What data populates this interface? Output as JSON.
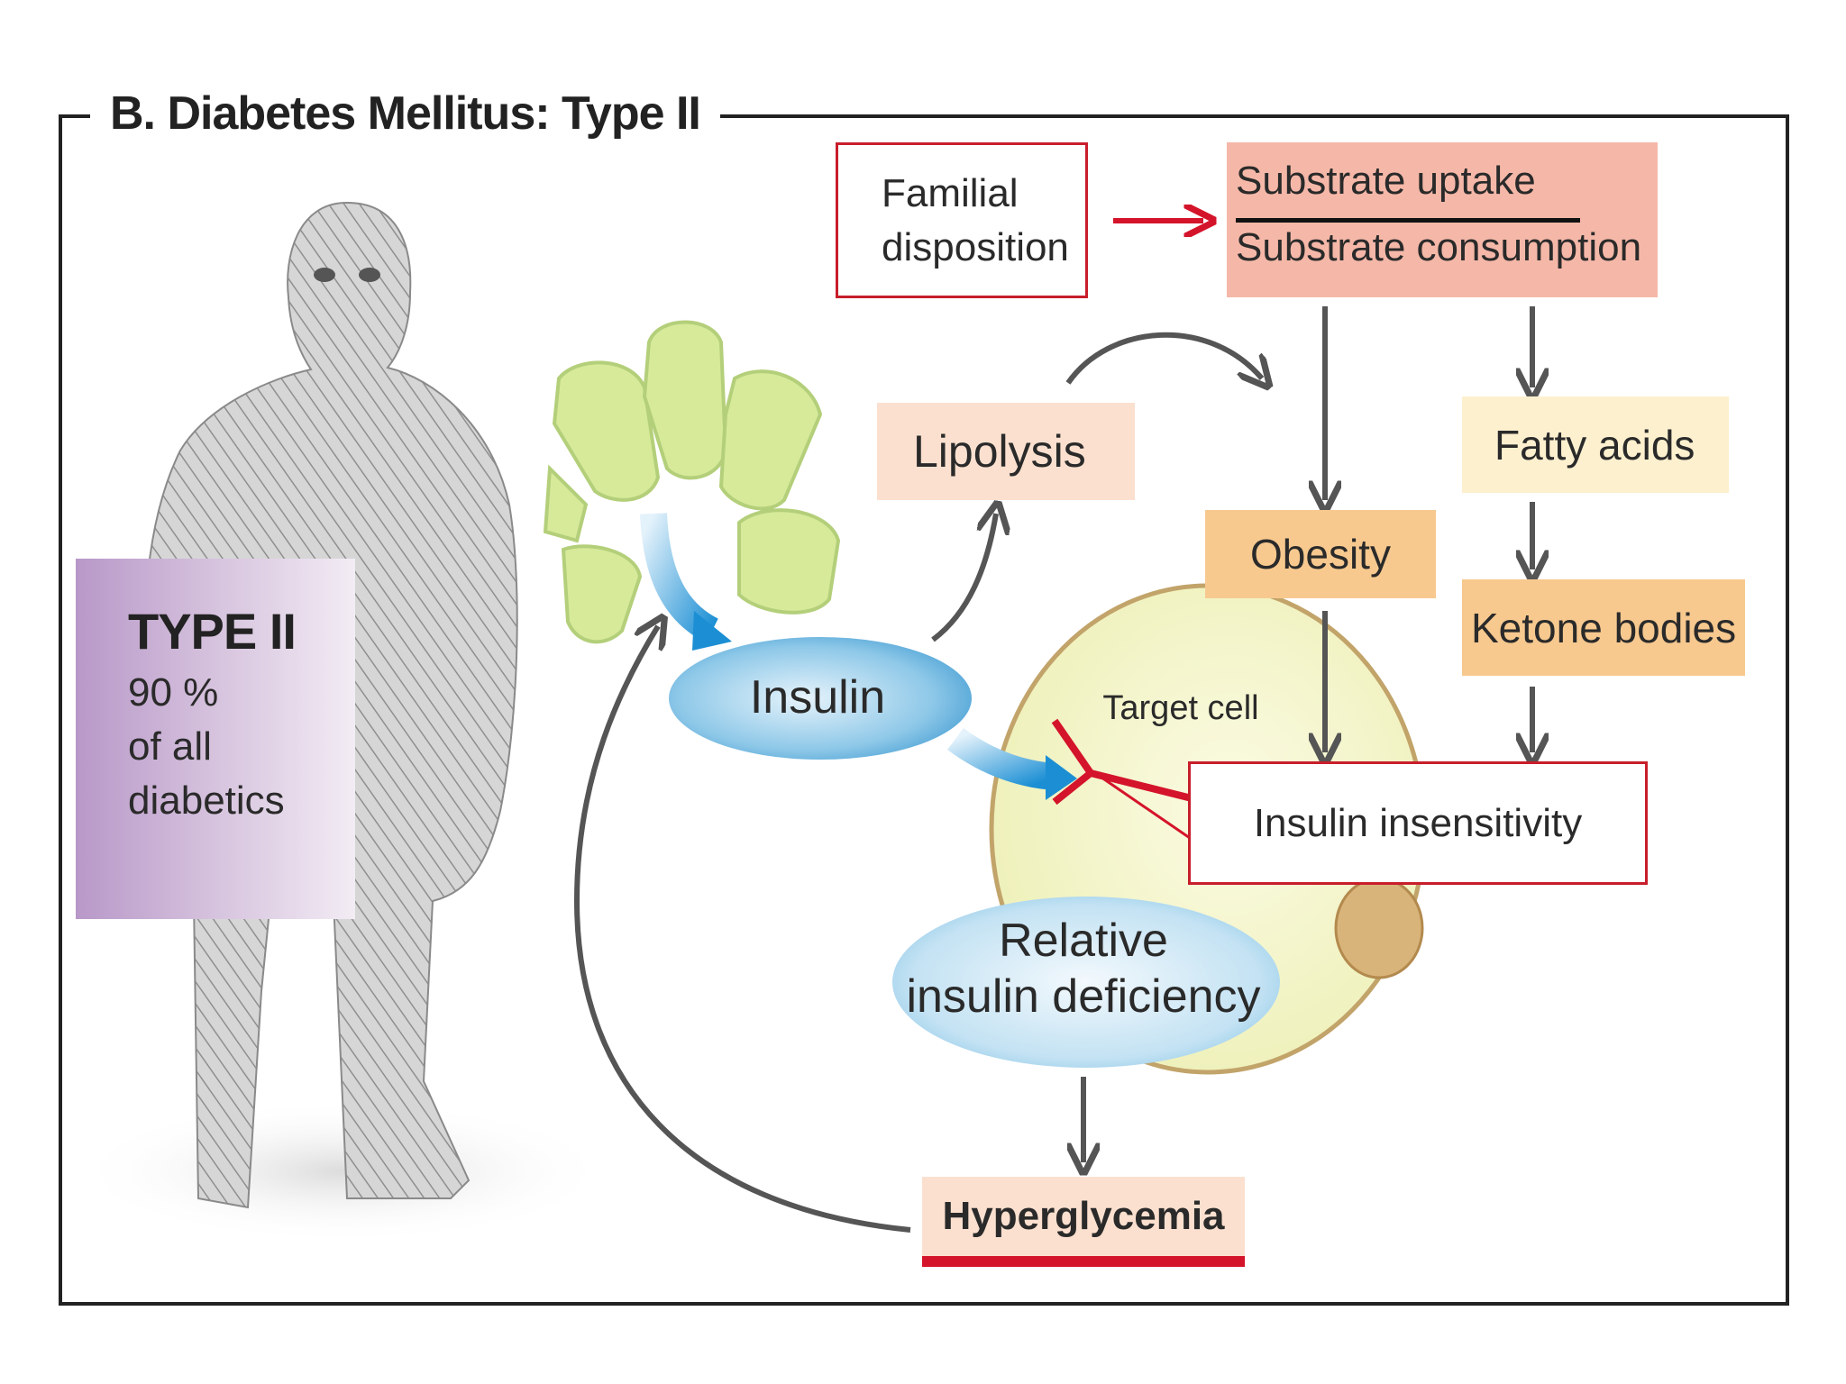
{
  "title": "B. Diabetes Mellitus: Type II",
  "type_panel": {
    "heading": "TYPE II",
    "line1": "90 %",
    "line2": "of all",
    "line3": "diabetics",
    "color": "#b898c8"
  },
  "nodes": {
    "familial_line1": "Familial",
    "familial_line2": "disposition",
    "substrate_uptake": "Substrate uptake",
    "substrate_consumption": "Substrate consumption",
    "lipolysis": "Lipolysis",
    "fatty_acids": "Fatty acids",
    "obesity": "Obesity",
    "ketone_bodies": "Ketone bodies",
    "insulin": "Insulin",
    "target_cell": "Target cell",
    "insulin_insensitivity": "Insulin insensitivity",
    "relative_line1": "Relative",
    "relative_line2": "insulin deficiency",
    "hyperglycemia": "Hyperglycemia"
  },
  "icons": {
    "increase": "red-up-arrow-icon",
    "decrease": "red-down-arrow-icon"
  },
  "colors": {
    "accent_red": "#d4142a",
    "substrate_box": "#f5b8a8",
    "obesity_box": "#f7c98f",
    "lipolysis_box": "#fbe0cf",
    "fatty_box": "#fdf0cf",
    "arrows": "#555555"
  }
}
